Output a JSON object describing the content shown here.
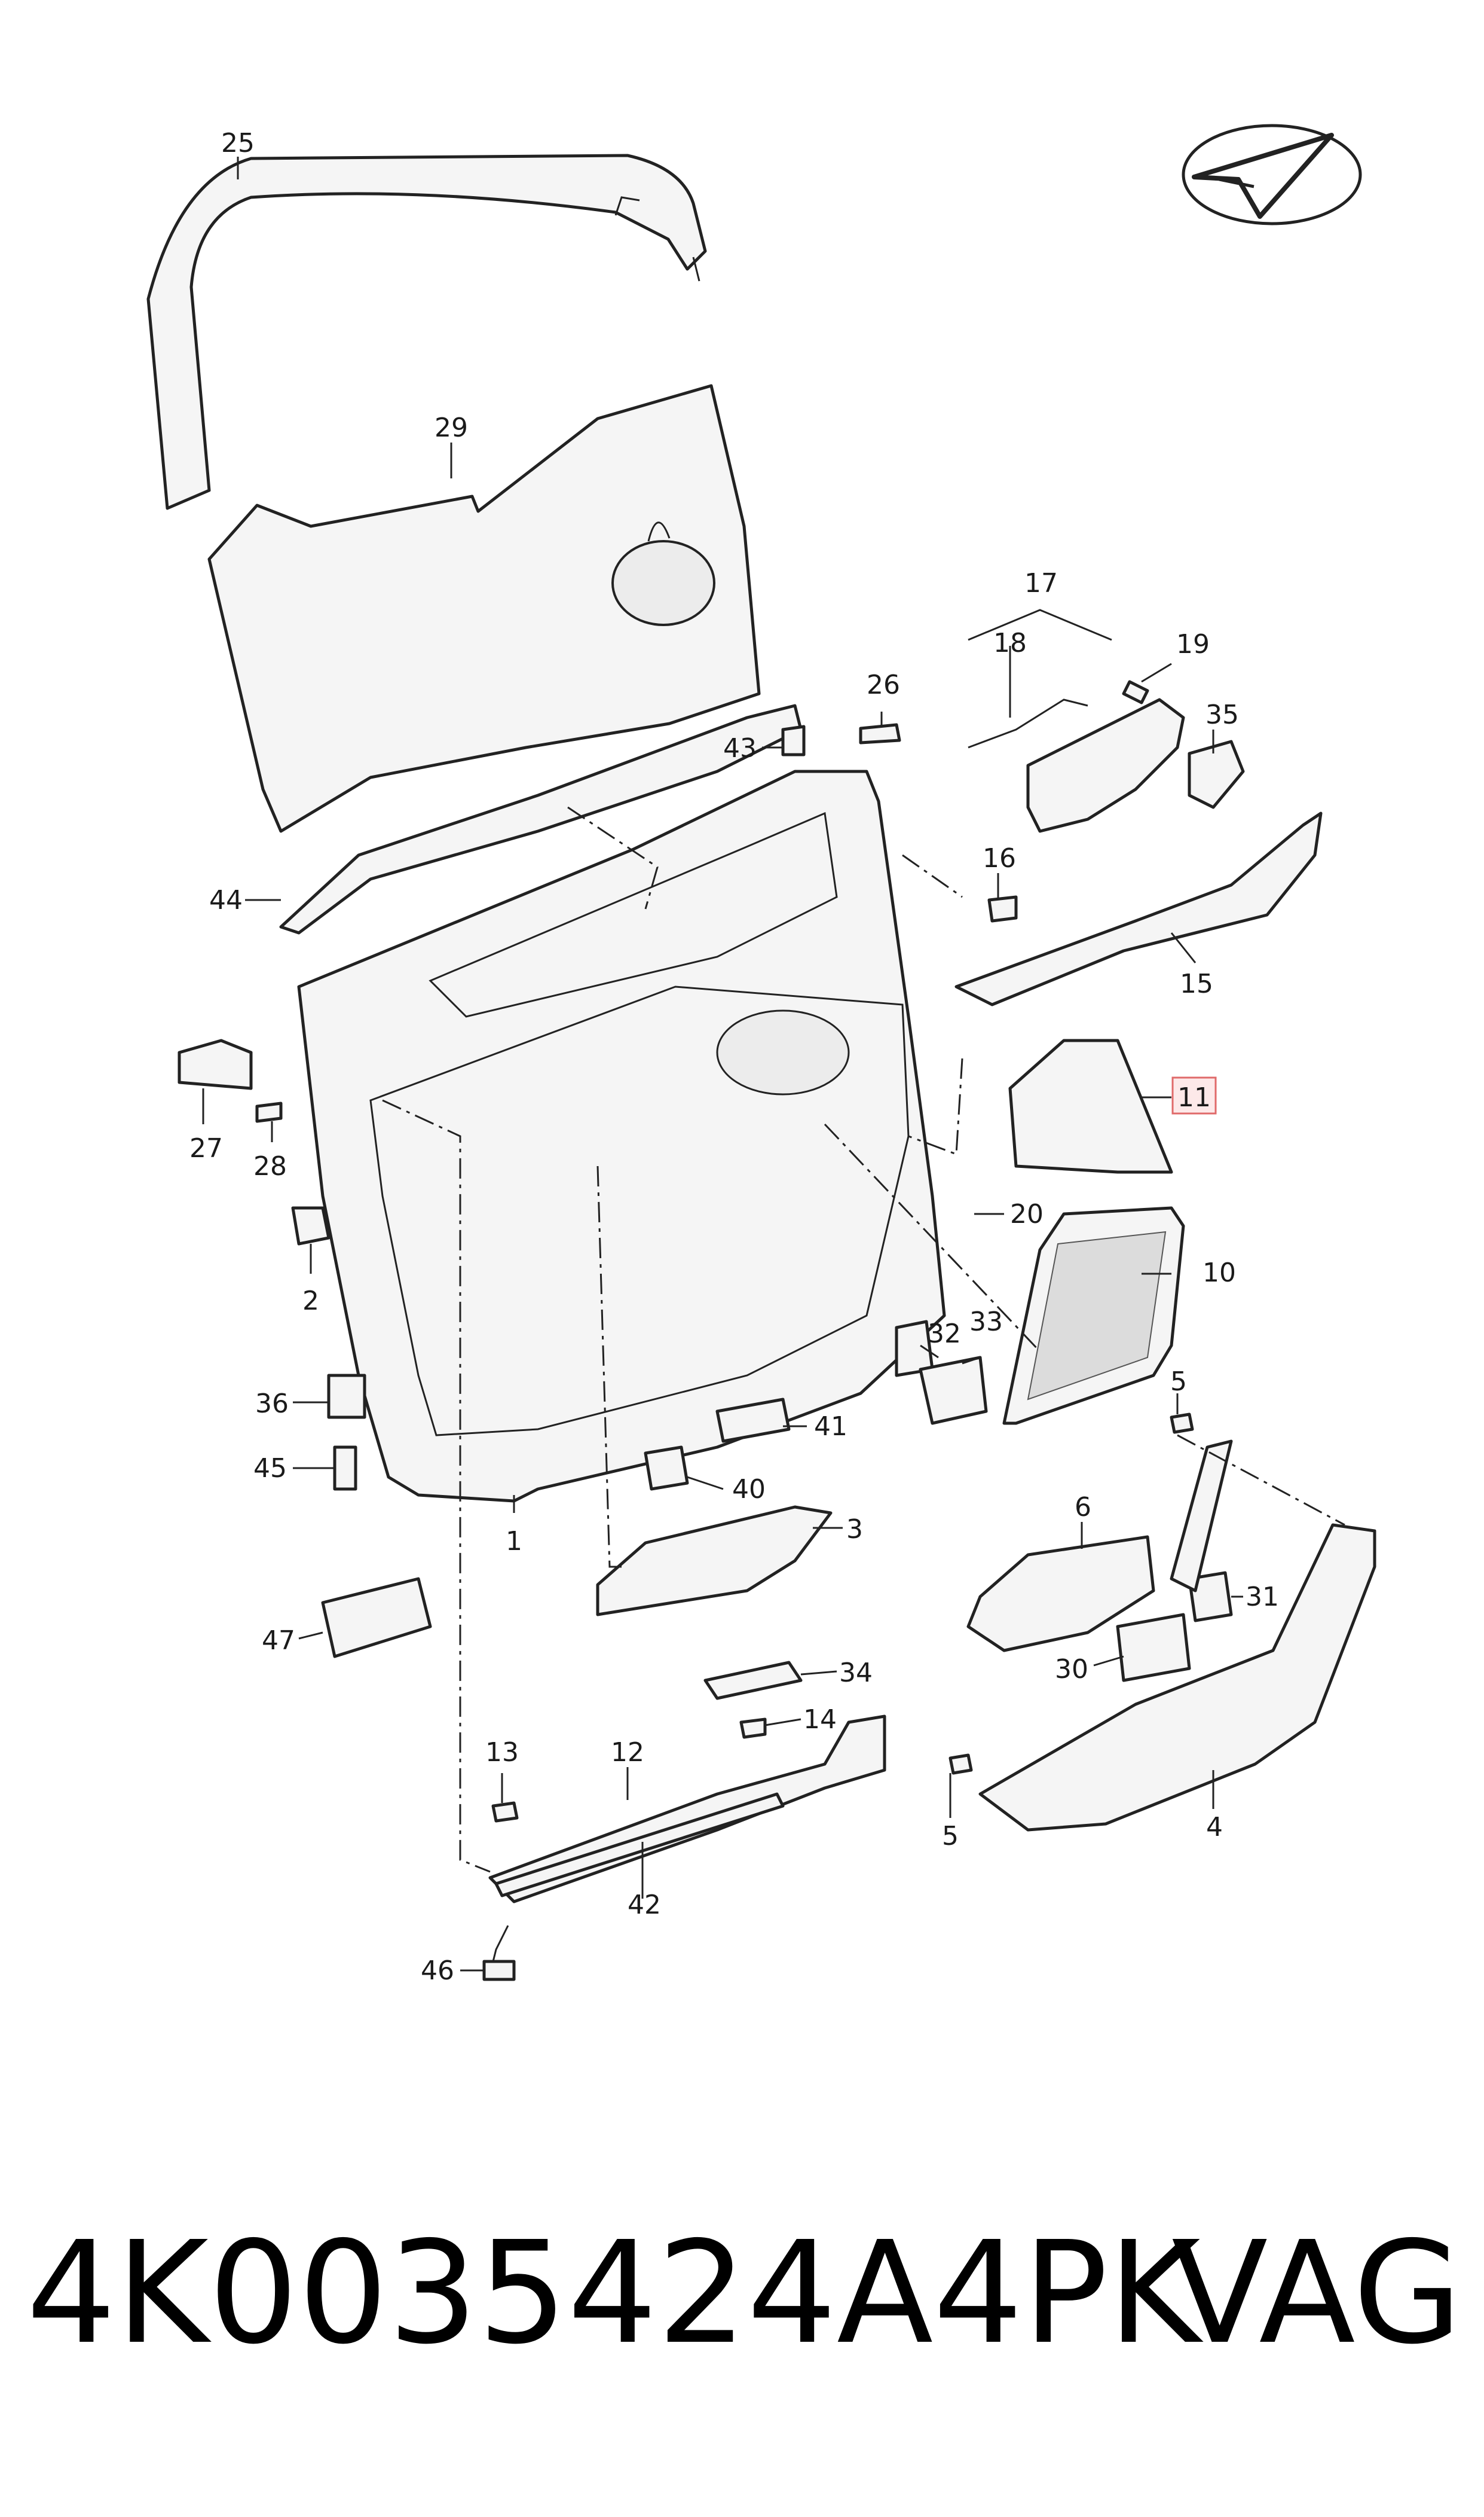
{
  "diagram": {
    "callouts": [
      {
        "id": "c25",
        "label": "25"
      },
      {
        "id": "c29",
        "label": "29"
      },
      {
        "id": "c17",
        "label": "17"
      },
      {
        "id": "c18",
        "label": "18"
      },
      {
        "id": "c19",
        "label": "19"
      },
      {
        "id": "c26",
        "label": "26"
      },
      {
        "id": "c35",
        "label": "35"
      },
      {
        "id": "c43",
        "label": "43"
      },
      {
        "id": "c44",
        "label": "44"
      },
      {
        "id": "c16",
        "label": "16"
      },
      {
        "id": "c15",
        "label": "15"
      },
      {
        "id": "c11",
        "label": "11"
      },
      {
        "id": "c27",
        "label": "27"
      },
      {
        "id": "c28",
        "label": "28"
      },
      {
        "id": "c20",
        "label": "20"
      },
      {
        "id": "c2",
        "label": "2"
      },
      {
        "id": "c10",
        "label": "10"
      },
      {
        "id": "c32",
        "label": "32"
      },
      {
        "id": "c33",
        "label": "33"
      },
      {
        "id": "c36",
        "label": "36"
      },
      {
        "id": "c41",
        "label": "41"
      },
      {
        "id": "c5a",
        "label": "5"
      },
      {
        "id": "c45",
        "label": "45"
      },
      {
        "id": "c40",
        "label": "40"
      },
      {
        "id": "c6",
        "label": "6"
      },
      {
        "id": "c1",
        "label": "1"
      },
      {
        "id": "c3",
        "label": "3"
      },
      {
        "id": "c31",
        "label": "31"
      },
      {
        "id": "c47",
        "label": "47"
      },
      {
        "id": "c30",
        "label": "30"
      },
      {
        "id": "c34",
        "label": "34"
      },
      {
        "id": "c14",
        "label": "14"
      },
      {
        "id": "c13",
        "label": "13"
      },
      {
        "id": "c12",
        "label": "12"
      },
      {
        "id": "c4",
        "label": "4"
      },
      {
        "id": "c5b",
        "label": "5"
      },
      {
        "id": "c42",
        "label": "42"
      },
      {
        "id": "c46",
        "label": "46"
      }
    ],
    "highlighted_callout": "11",
    "highlight_color": "#e06a6a"
  },
  "footer": {
    "part_number": "4K0035424A4PK",
    "brand": "VAG"
  }
}
